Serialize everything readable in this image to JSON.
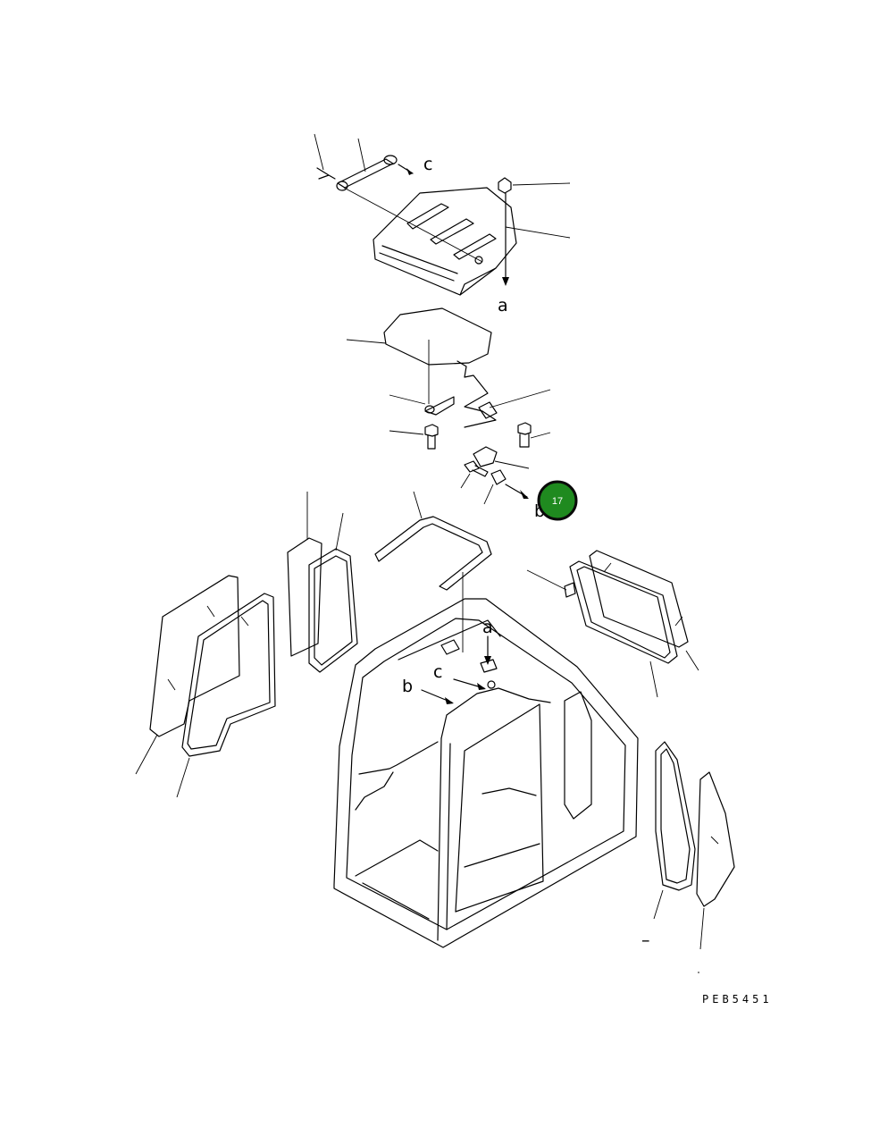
{
  "diagram": {
    "drawing_code": "PEB5451",
    "callout": {
      "number": "17",
      "color": "#1f8a1f",
      "ring_color": "#0a0a0a"
    },
    "reference_labels": {
      "c_top": "c",
      "a_top": "a",
      "b_mid": "b",
      "a_cab": "a",
      "c_cab": "c",
      "b_cab": "b"
    },
    "dash_mark": "–"
  }
}
